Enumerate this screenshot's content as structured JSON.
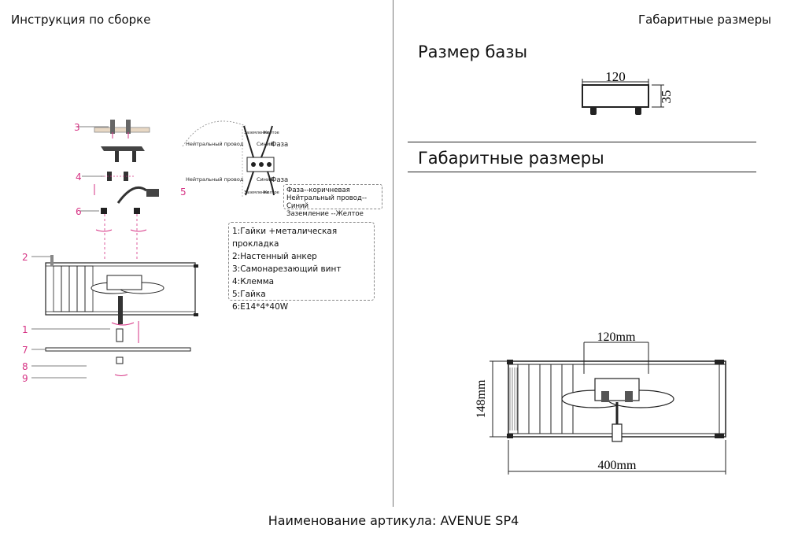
{
  "header": {
    "left_title": "Инструкция по сборке",
    "right_title": "Габаритные размеры"
  },
  "base_section": {
    "title": "Размер базы",
    "width_label": "120",
    "height_label": "35"
  },
  "overall_section": {
    "title": "Габаритные размеры",
    "top_label": "120mm",
    "height_label": "148mm",
    "width_label": "400mm"
  },
  "wiring": {
    "neutral_top": "Нейтральный провод",
    "neutral_top_color": "Синий",
    "phase_top": "Фаза",
    "neutral_bottom": "Нейтральный провод",
    "neutral_bottom_color": "Синий",
    "phase_bottom": "Фаза",
    "ground_top": "Заземление",
    "ground_top_color": "Желтое",
    "ground_bottom": "Заземление",
    "ground_bottom_color": "Желтое",
    "legend": [
      "Фаза--коричневая",
      "Нейтральный провод--Синий",
      "Заземление --Желтое"
    ]
  },
  "parts_legend": [
    "1:Гайки +металическая прокладка",
    "2:Настенный анкер",
    "3:Самонарезающий винт",
    "4:Клемма",
    "5:Гайка",
    "6:E14*4*40W"
  ],
  "callouts": [
    "3",
    "4",
    "5",
    "6",
    "2",
    "1",
    "7",
    "8",
    "9"
  ],
  "footer": {
    "label": "Наименование артикула: AVENUE SP4"
  },
  "colors": {
    "callout": "#d63384",
    "line": "#222222",
    "dashed": "#888888"
  }
}
